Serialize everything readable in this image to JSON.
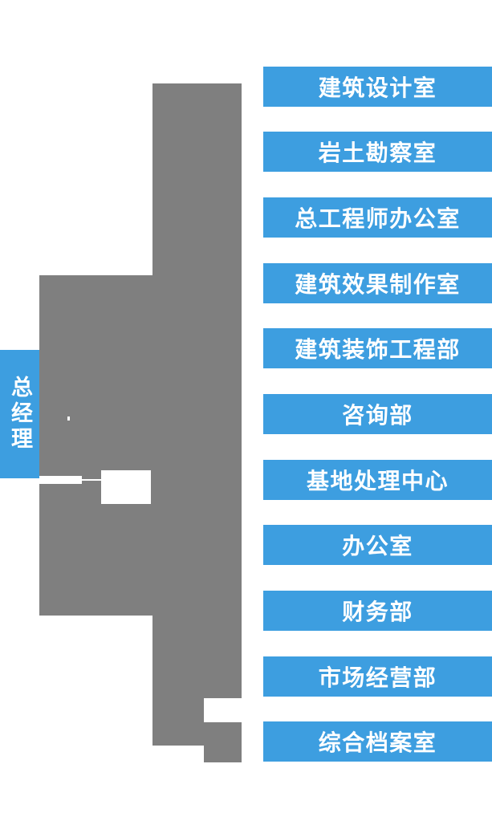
{
  "root_box": {
    "label": "总经理"
  },
  "departments": [
    {
      "label": "建筑设计室"
    },
    {
      "label": "岩土勘察室"
    },
    {
      "label": "总工程师办公室"
    },
    {
      "label": "建筑效果制作室"
    },
    {
      "label": "建筑装饰工程部"
    },
    {
      "label": "咨询部"
    },
    {
      "label": "基地处理中心"
    },
    {
      "label": "办公室"
    },
    {
      "label": "财务部"
    },
    {
      "label": "市场经营部"
    },
    {
      "label": "综合档案室"
    }
  ],
  "structure": {
    "type": "org-chart",
    "root": "总经理",
    "children": [
      "建筑设计室",
      "岩土勘察室",
      "总工程师办公室",
      "建筑效果制作室",
      "建筑装饰工程部",
      "咨询部",
      "基地处理中心",
      "办公室",
      "财务部",
      "市场经营部",
      "综合档案室"
    ]
  },
  "colors": {
    "box_blue": "#3D9EE0",
    "connector_gray": "#7F7F7F",
    "text_white": "#FFFFFF"
  }
}
